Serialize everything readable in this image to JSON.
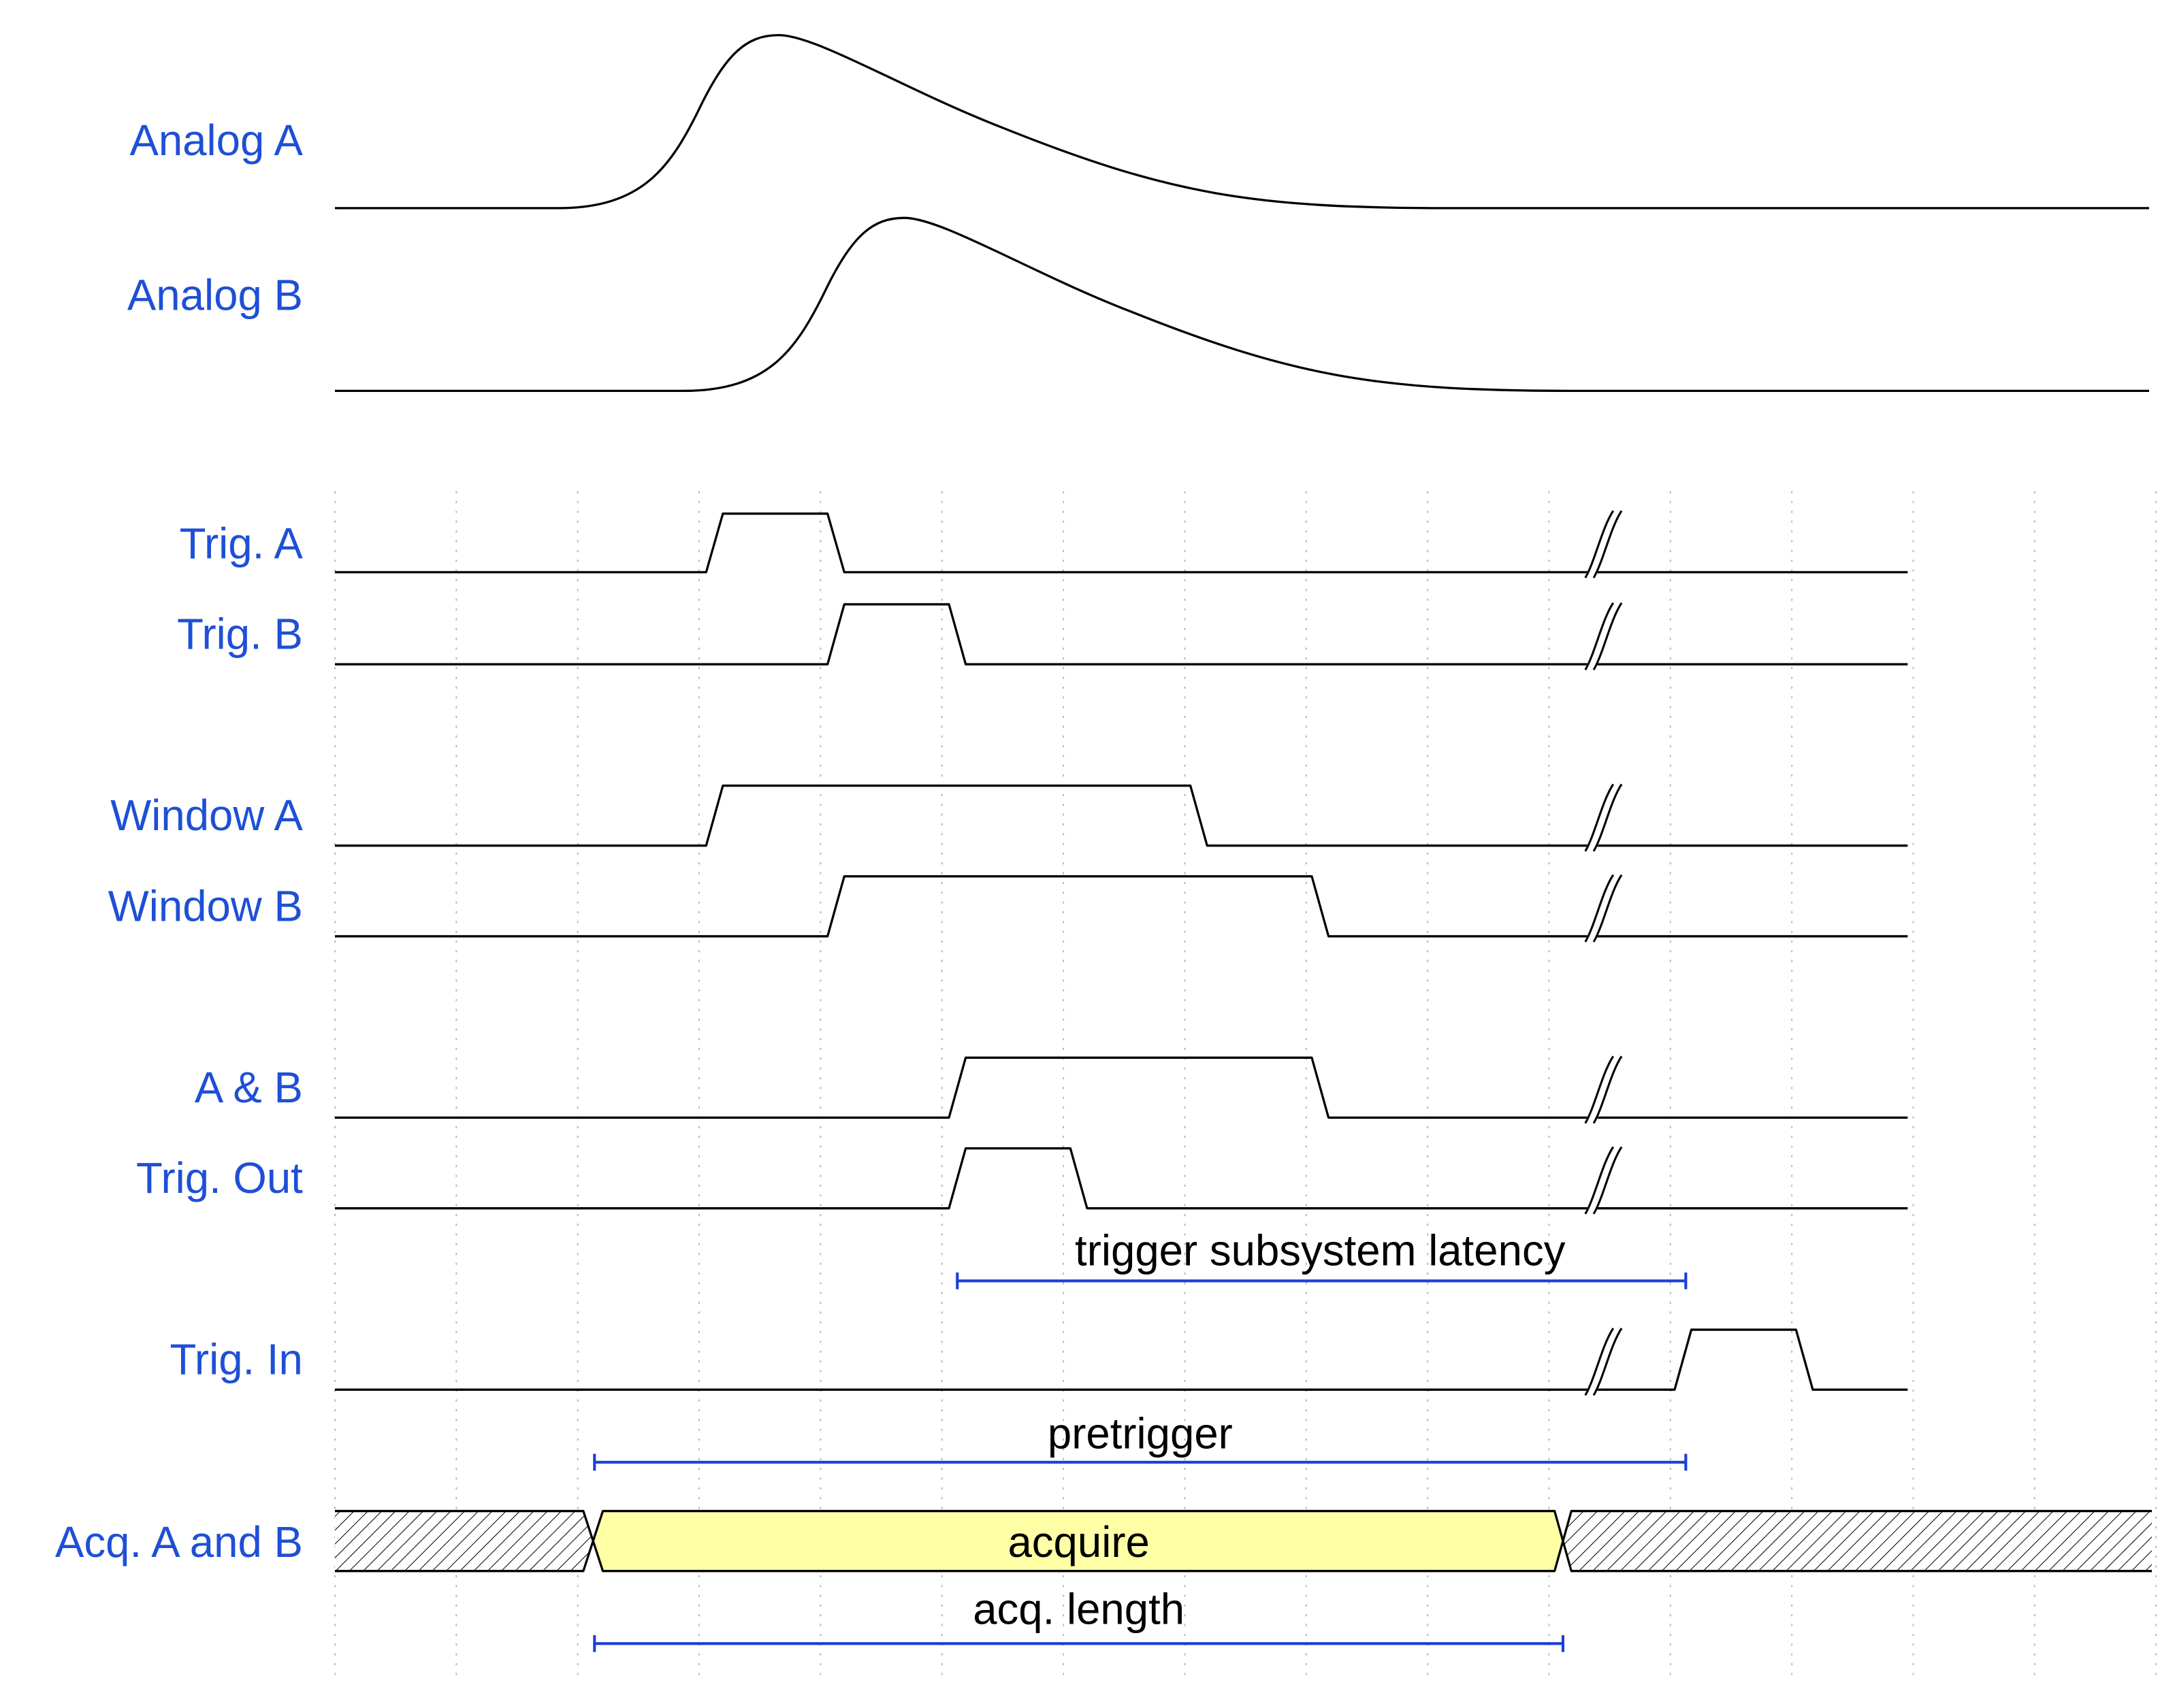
{
  "colors": {
    "label": "#1e4fd6",
    "measure": "#1a3fd8",
    "acquire_fill": "#ffffa6",
    "wave": "#000000"
  },
  "signals": [
    {
      "id": "analog-a",
      "label": "Analog A"
    },
    {
      "id": "analog-b",
      "label": "Analog B"
    },
    {
      "id": "trig-a",
      "label": "Trig. A"
    },
    {
      "id": "trig-b",
      "label": "Trig. B"
    },
    {
      "id": "window-a",
      "label": "Window A"
    },
    {
      "id": "window-b",
      "label": "Window B"
    },
    {
      "id": "a-and-b",
      "label": "A & B"
    },
    {
      "id": "trig-out",
      "label": "Trig. Out"
    },
    {
      "id": "trig-in",
      "label": "Trig. In"
    },
    {
      "id": "acq-a-and-b",
      "label": "Acq. A and B"
    }
  ],
  "annotations": {
    "latency": "trigger subsystem latency",
    "pretrigger": "pretrigger",
    "acquire": "acquire",
    "acq_length": "acq. length"
  }
}
